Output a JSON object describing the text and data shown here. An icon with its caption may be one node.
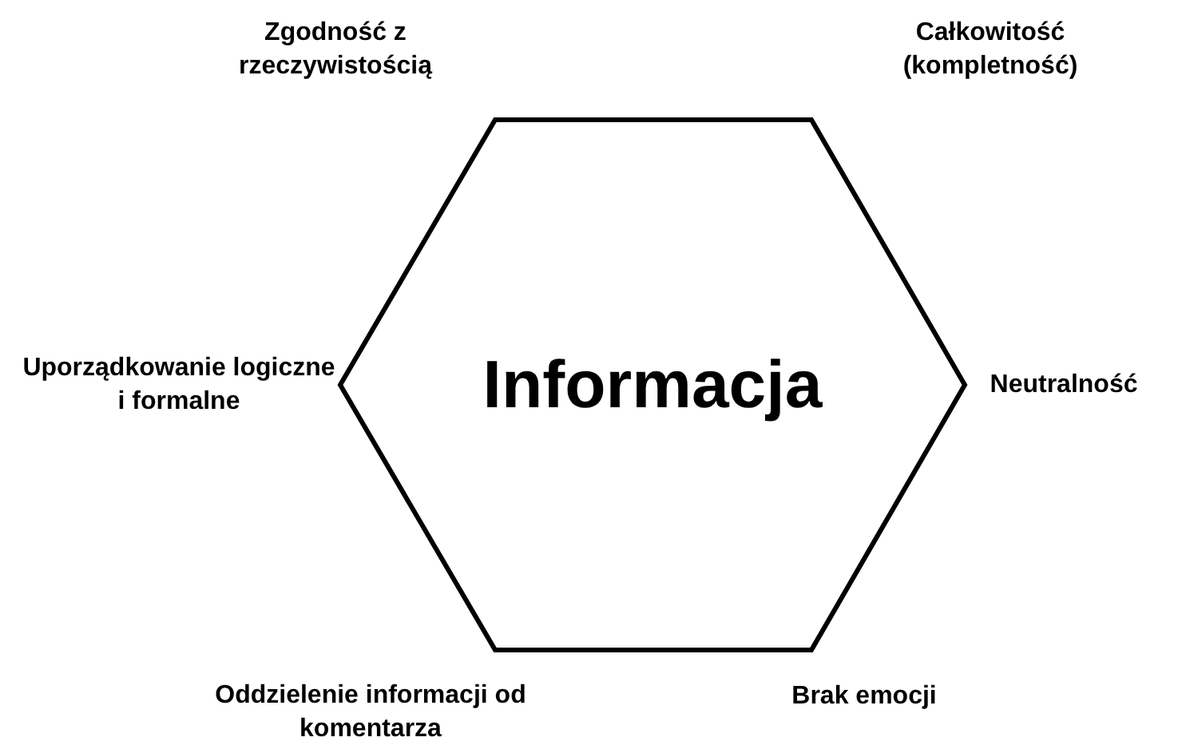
{
  "diagram": {
    "nodes": [
      {
        "text": [
          "Informacja"
        ]
      }
    ],
    "labels": [
      "Zgodność z rzeczywistością",
      "Całkowitość (kompletność)",
      "Uporządkowanie logiczne i formalne",
      "Neutralność",
      "Oddzielenie informacji od komentarza",
      "Brak emocji"
    ]
  }
}
